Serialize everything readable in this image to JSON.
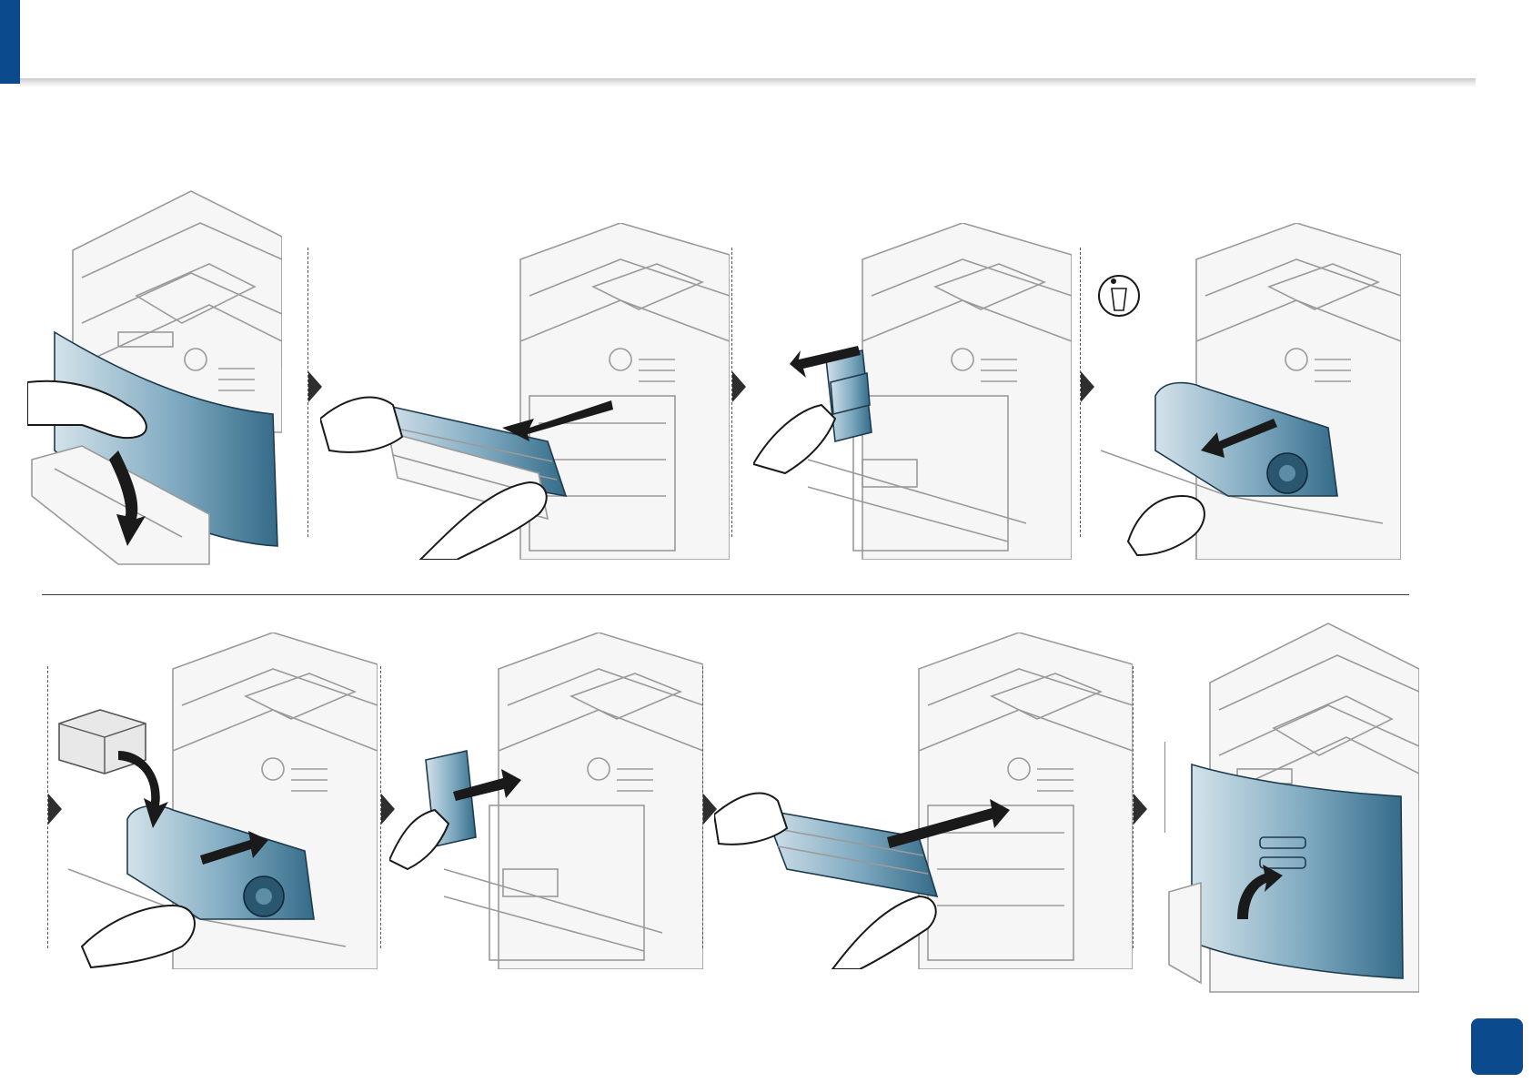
{
  "theme": {
    "accent": "#0b4a8c",
    "cartridge_blue": "#4f87a7"
  },
  "page": {
    "number": ""
  },
  "steps": [
    {
      "row": 1,
      "action": "open-front-cover",
      "icon": "down-curved-arrow-icon"
    },
    {
      "row": 1,
      "action": "remove-toner-cartridges",
      "icon": "left-arrow-icon"
    },
    {
      "row": 1,
      "action": "remove-waste-toner-container",
      "icon": "left-arrow-icon"
    },
    {
      "row": 1,
      "action": "remove-imaging-unit",
      "icon": "trash-recycle-icon"
    },
    {
      "row": 2,
      "action": "insert-new-imaging-unit",
      "icon": "box-icon"
    },
    {
      "row": 2,
      "action": "insert-waste-toner-container",
      "icon": "right-arrow-icon"
    },
    {
      "row": 2,
      "action": "insert-toner-cartridges",
      "icon": "right-arrow-icon"
    },
    {
      "row": 2,
      "action": "close-front-cover",
      "icon": "up-curved-arrow-icon"
    }
  ]
}
